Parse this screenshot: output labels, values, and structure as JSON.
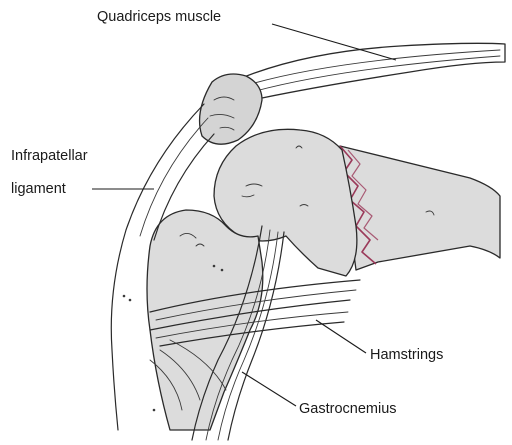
{
  "labels": {
    "quadriceps": "Quadriceps muscle",
    "infrapatellar_line1": "Infrapatellar",
    "infrapatellar_line2": "ligament",
    "hamstrings": "Hamstrings",
    "gastrocnemius": "Gastrocnemius"
  },
  "colors": {
    "bone_fill": "#dcdcdc",
    "fracture_line": "#9b3a5a",
    "outline": "#2a2a2a"
  }
}
